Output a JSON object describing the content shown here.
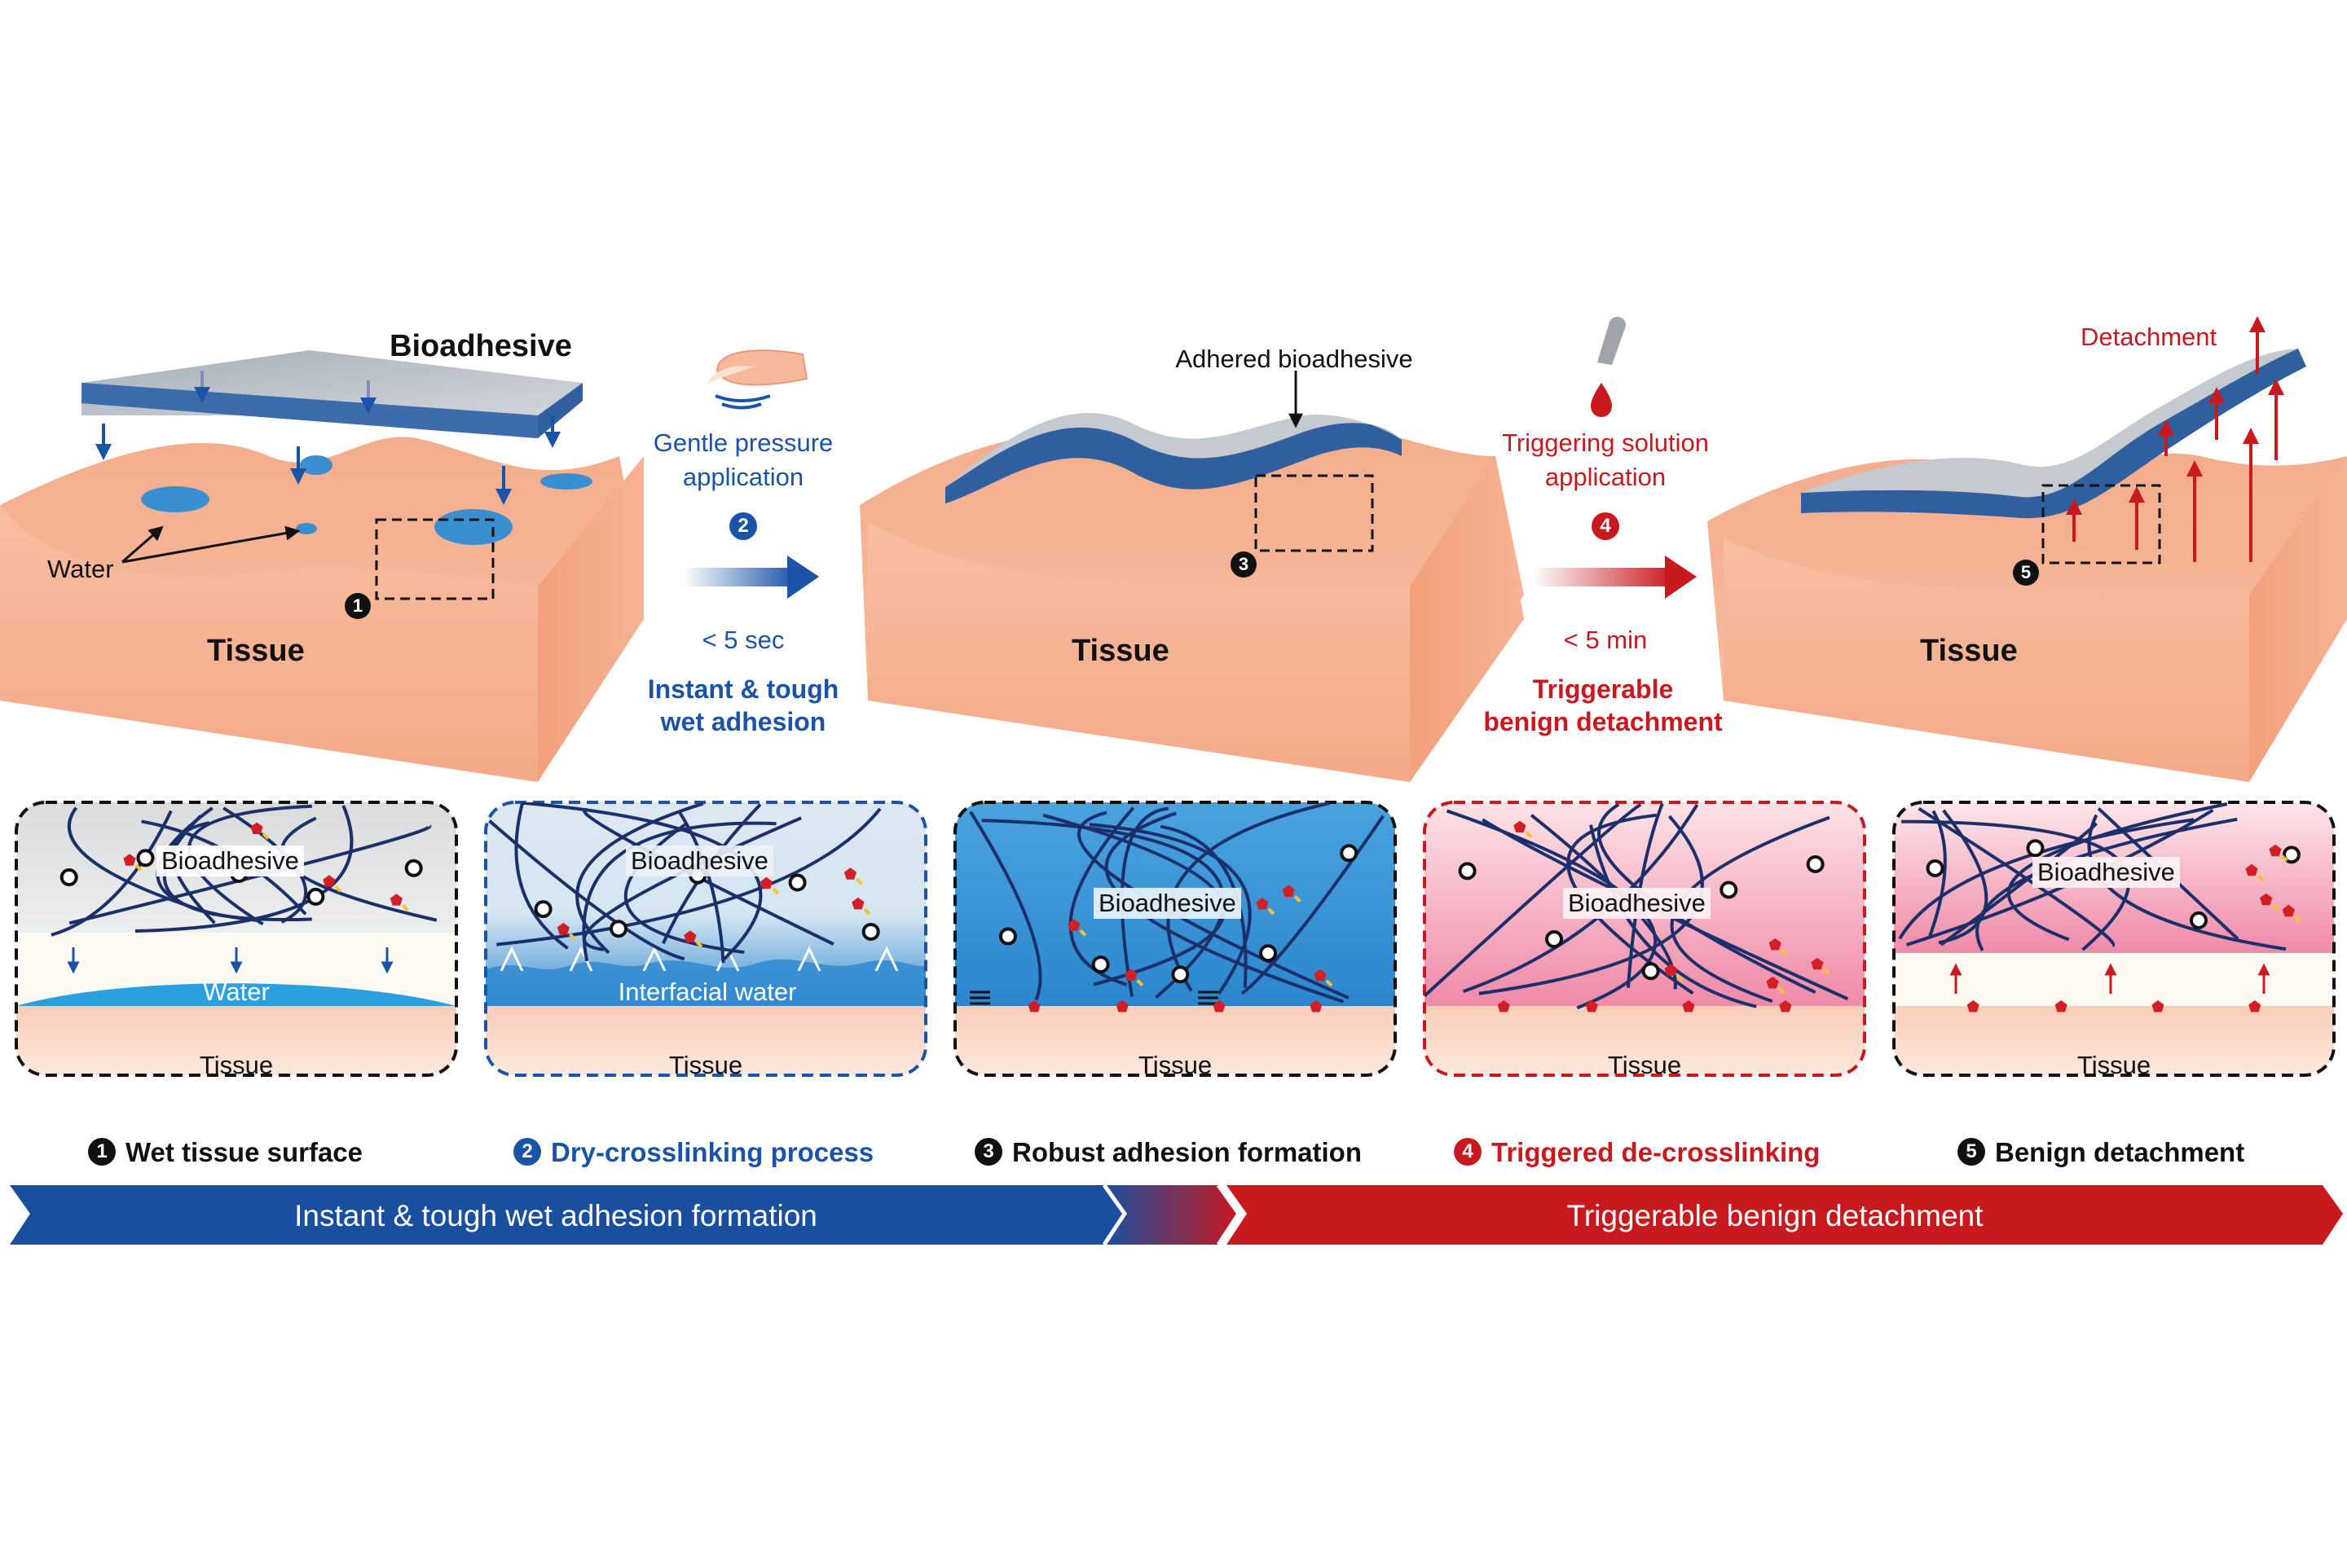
{
  "colors": {
    "blue": "#1a53a8",
    "red": "#c8191f",
    "tissue": "#f6b89a",
    "bioadhesive_gray": "#8f9aa6",
    "water": "#4aa7df"
  },
  "top": {
    "stage1": {
      "bioadhesive_label": "Bioadhesive",
      "water_label": "Water",
      "tissue_label": "Tissue",
      "badge": "1"
    },
    "step2": {
      "line1": "Gentle pressure",
      "line2": "application",
      "badge": "2",
      "time": "< 5 sec",
      "result_line1": "Instant & tough",
      "result_line2": "wet adhesion"
    },
    "stage3": {
      "adhered_label": "Adhered bioadhesive",
      "tissue_label": "Tissue",
      "badge": "3"
    },
    "step4": {
      "line1": "Triggering solution",
      "line2": "application",
      "badge": "4",
      "time": "< 5 min",
      "result_line1": "Triggerable",
      "result_line2": "benign detachment"
    },
    "stage5": {
      "detachment_label": "Detachment",
      "tissue_label": "Tissue",
      "badge": "5"
    }
  },
  "panels": [
    {
      "badge": "1",
      "caption": "Wet tissue surface",
      "bioadhesive": "Bioadhesive",
      "middle": "Water",
      "tissue": "Tissue"
    },
    {
      "badge": "2",
      "caption": "Dry-crosslinking process",
      "bioadhesive": "Bioadhesive",
      "middle": "Interfacial water",
      "tissue": "Tissue"
    },
    {
      "badge": "3",
      "caption": "Robust adhesion formation",
      "bioadhesive": "Bioadhesive",
      "middle": "",
      "tissue": "Tissue"
    },
    {
      "badge": "4",
      "caption": "Triggered de-crosslinking",
      "bioadhesive": "Bioadhesive",
      "middle": "",
      "tissue": "Tissue"
    },
    {
      "badge": "5",
      "caption": "Benign detachment",
      "bioadhesive": "Bioadhesive",
      "middle": "",
      "tissue": "Tissue"
    }
  ],
  "banner": {
    "left": "Instant & tough wet adhesion formation",
    "right": "Triggerable benign detachment"
  }
}
